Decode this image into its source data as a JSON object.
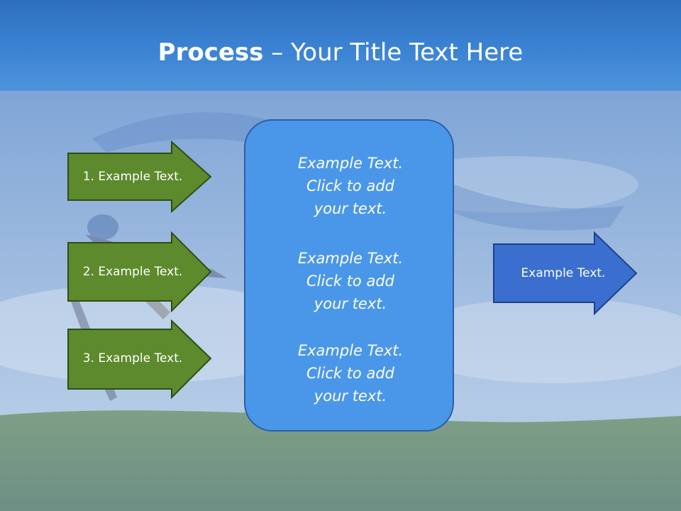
{
  "slide": {
    "title_bold": "Process",
    "title_dash": " – ",
    "title_rest": "Your Title Text Here"
  },
  "left_arrows": [
    {
      "label": "1. Example Text."
    },
    {
      "label": "2. Example Text."
    },
    {
      "label": "3. Example Text."
    }
  ],
  "center_box": {
    "blocks": [
      {
        "lines": [
          "Example Text.",
          "Click  to add",
          "your text."
        ]
      },
      {
        "lines": [
          "Example Text.",
          "Click  to add",
          "your text."
        ]
      },
      {
        "lines": [
          "Example Text.",
          "Click  to add",
          "your text."
        ]
      }
    ]
  },
  "right_arrow": {
    "label": "Example Text."
  },
  "colors": {
    "title_bar": "#3b83d3",
    "green_arrow_fill": "#5d8a2c",
    "green_arrow_border": "#2f4d15",
    "blue_arrow_fill": "#3a6fd0",
    "blue_arrow_border": "#1e3f8a",
    "center_box_fill": "#4a97ea",
    "center_box_border": "#2b5fa6"
  }
}
